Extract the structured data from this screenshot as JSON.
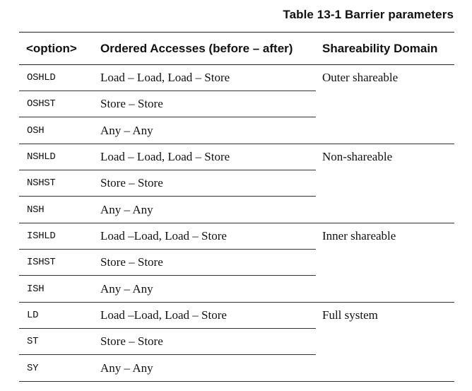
{
  "caption": "Table 13-1 Barrier parameters",
  "headers": {
    "option": "<option>",
    "ordered": "Ordered Accesses (before – after)",
    "domain": "Shareability Domain"
  },
  "groups": [
    {
      "domain": "Outer shareable",
      "rows": [
        {
          "option": "OSHLD",
          "access": "Load – Load, Load – Store"
        },
        {
          "option": "OSHST",
          "access": "Store – Store"
        },
        {
          "option": "OSH",
          "access": "Any – Any"
        }
      ]
    },
    {
      "domain": "Non-shareable",
      "rows": [
        {
          "option": "NSHLD",
          "access": "Load – Load, Load – Store"
        },
        {
          "option": "NSHST",
          "access": "Store – Store"
        },
        {
          "option": "NSH",
          "access": "Any – Any"
        }
      ]
    },
    {
      "domain": "Inner shareable",
      "rows": [
        {
          "option": "ISHLD",
          "access": "Load –Load, Load – Store"
        },
        {
          "option": "ISHST",
          "access": "Store – Store"
        },
        {
          "option": "ISH",
          "access": "Any – Any"
        }
      ]
    },
    {
      "domain": "Full system",
      "rows": [
        {
          "option": "LD",
          "access": "Load –Load, Load – Store"
        },
        {
          "option": "ST",
          "access": "Store – Store"
        },
        {
          "option": "SY",
          "access": "Any – Any"
        }
      ]
    }
  ]
}
